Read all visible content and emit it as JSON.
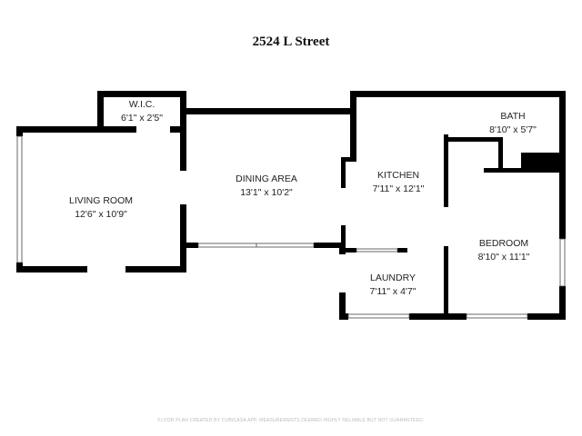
{
  "title": "2524 L Street",
  "rooms": [
    {
      "name": "W.I.C.",
      "size": "6'1\" x 2'5\""
    },
    {
      "name": "LIVING ROOM",
      "size": "12'6\" x 10'9\""
    },
    {
      "name": "DINING AREA",
      "size": "13'1\" x 10'2\""
    },
    {
      "name": "KITCHEN",
      "size": "7'11\" x 12'1\""
    },
    {
      "name": "BATH",
      "size": "8'10\" x 5'7\""
    },
    {
      "name": "BEDROOM",
      "size": "8'10\" x 11'1\""
    },
    {
      "name": "LAUNDRY",
      "size": "7'11\" x 4'7\""
    }
  ],
  "footer": "FLOOR PLAN CREATED BY CUBICASA APP. MEASUREMENTS DEEMED HIGHLY RELIABLE BUT NOT GUARANTEED.",
  "colors": {
    "wall": "#000000",
    "background": "#ffffff"
  }
}
